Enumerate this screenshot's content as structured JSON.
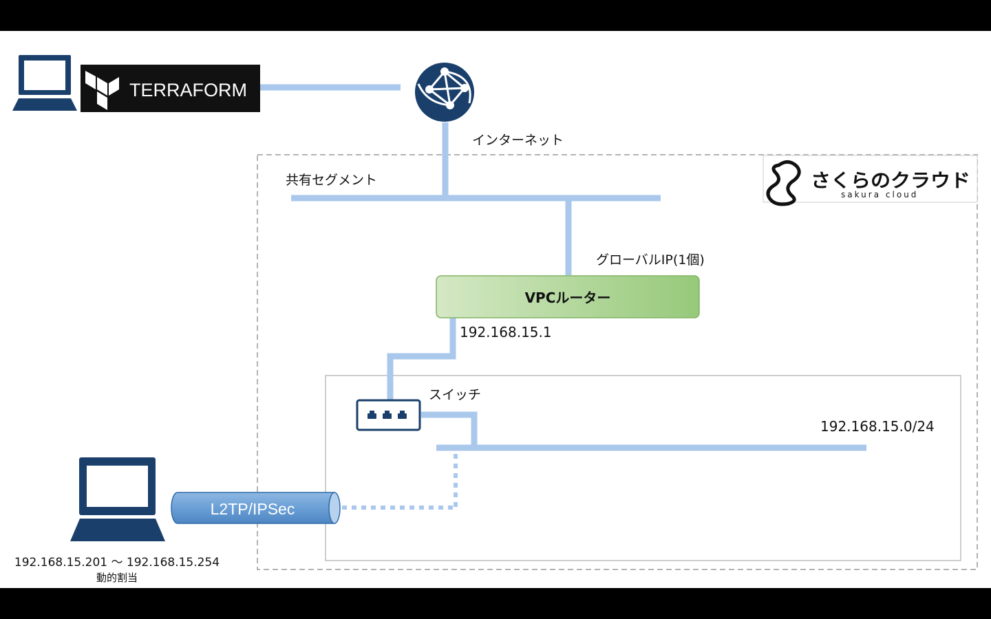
{
  "labels": {
    "internet": "インターネット",
    "shared_segment": "共有セグメント",
    "global_ip": "グローバルIP(1個)",
    "vpc_router": "VPCルーター",
    "router_ip": "192.168.15.1",
    "switch": "スイッチ",
    "subnet": "192.168.15.0/24",
    "tunnel": "L2TP/IPSec",
    "client_range": "192.168.15.201 〜 192.168.15.254",
    "client_alloc": "動的割当"
  },
  "logos": {
    "terraform": "TERRAFORM",
    "sakura_main": "さくらのクラウド",
    "sakura_sub": "sakura cloud"
  },
  "colors": {
    "link": "#a9c8ec",
    "icon_dark": "#1a3f6b",
    "router_fill_top": "#d4e8c4",
    "router_fill_bottom": "#96c97a",
    "router_border": "#82b366",
    "tunnel": "#6a9fd6",
    "tunnel_border": "#2e6aa8"
  }
}
